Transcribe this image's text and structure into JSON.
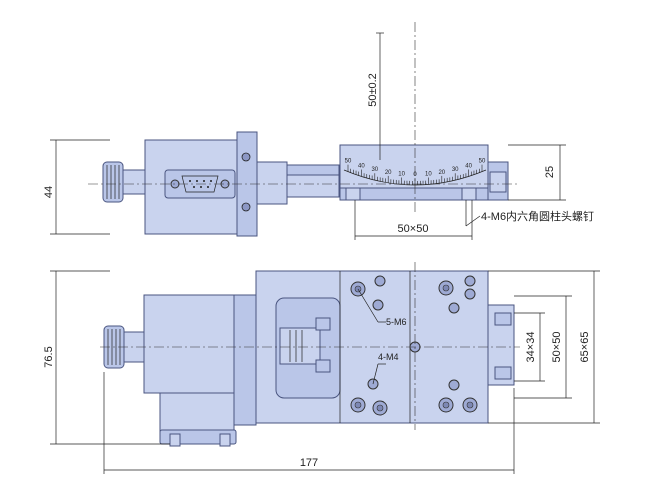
{
  "dimensions": {
    "height_top": "44",
    "range_vertical": "50±0.2",
    "right_25": "25",
    "travel_50x50": "50×50",
    "screw_note": "4-M6内六角圆柱头螺钉",
    "height_side": "76.5",
    "length_total": "177",
    "dim_34x34": "34×34",
    "dim_50x50": "50×50",
    "dim_65x65": "65×65",
    "label_5m6": "5-M6",
    "label_4m4": "4-M4"
  },
  "scale_labels": [
    "50",
    "40",
    "30",
    "20",
    "10",
    "0",
    "10",
    "20",
    "30",
    "40",
    "50"
  ]
}
